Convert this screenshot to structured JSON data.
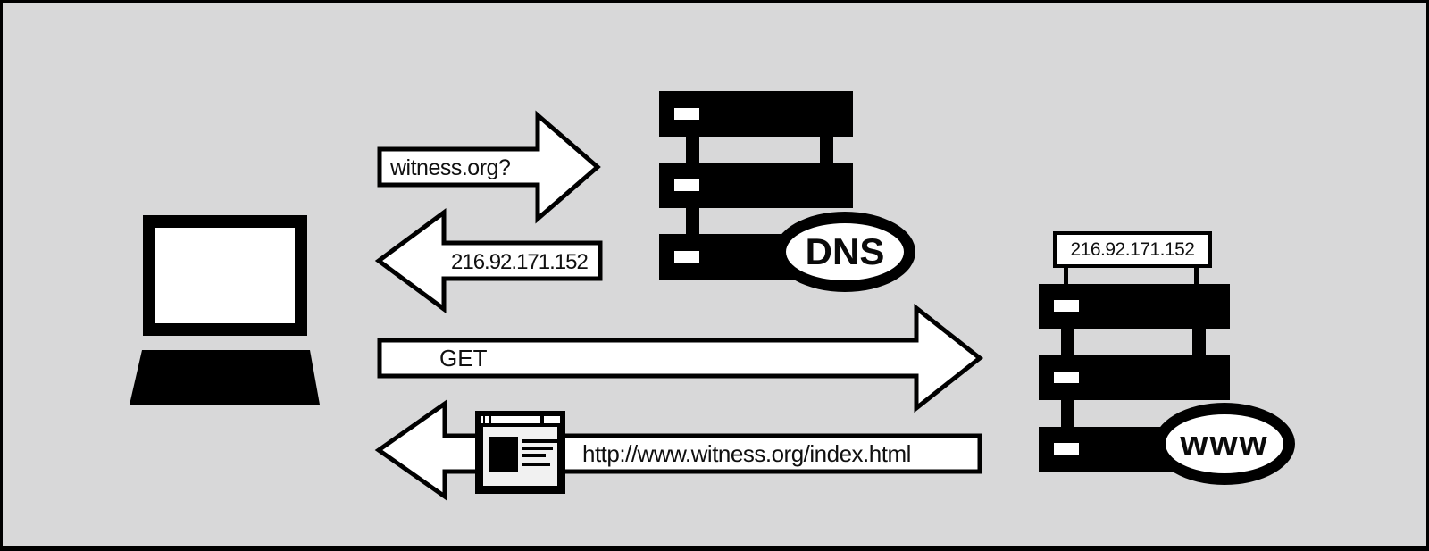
{
  "canvas": {
    "background_color": "#d8d8d9",
    "ink_color": "#000000"
  },
  "icons": {
    "laptop-icon": "css-shape (black framed monitor + trapezoid base)",
    "dns-server-icon": "css-shape (3-bar server rack with led slots)",
    "www-server-icon": "css-shape (3-bar server rack with led slots)",
    "browser-window-icon": "css-shape (window with titlebar, image block, text lines)",
    "dns-query-arrow-icon": "svg polygon, points right",
    "dns-response-arrow-icon": "svg polygon, points left",
    "http-request-arrow-icon": "svg polygon, points right",
    "http-response-arrow-icon": "svg polygon, points left"
  },
  "dns_exchange": {
    "query_label": "witness.org?",
    "response_label": "216.92.171.152"
  },
  "http_exchange": {
    "request_label": "GET",
    "response_label": "http://www.witness.org/index.html"
  },
  "dns_server": {
    "badge": "DNS"
  },
  "web_server": {
    "badge": "www",
    "ip_label": "216.92.171.152"
  }
}
